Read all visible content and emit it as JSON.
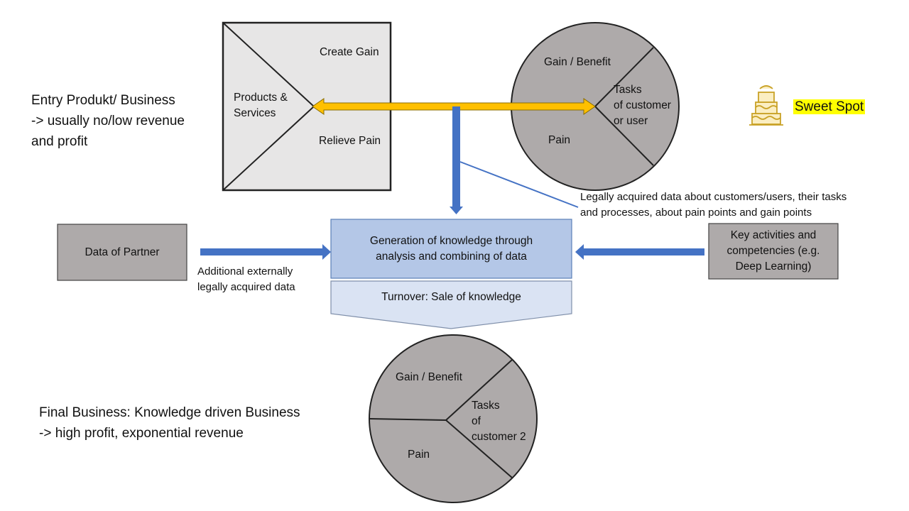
{
  "entry": {
    "line1": "Entry Produkt/ Business",
    "line2": "-> usually no/low revenue",
    "line3": "and profit"
  },
  "value_map": {
    "create_gain": "Create Gain",
    "products_line1": "Products &",
    "products_line2": "Services",
    "relieve_pain": "Relieve Pain"
  },
  "profile_top": {
    "gain": "Gain / Benefit",
    "tasks_line1": "Tasks",
    "tasks_line2": "of customer",
    "tasks_line3": "or user",
    "pain": "Pain"
  },
  "sweet_spot": {
    "label": "Sweet Spot",
    "icon": "cake-icon"
  },
  "legal_note": {
    "line1": "Legally acquired data about customers/users, their tasks",
    "line2": "and processes, about pain points and gain points"
  },
  "partner": {
    "label": "Data of Partner",
    "note_line1": "Additional externally",
    "note_line2": "legally acquired data"
  },
  "knowledge": {
    "line1": "Generation of knowledge through",
    "line2": "analysis and combining of data"
  },
  "key_activities": {
    "line1": "Key activities and",
    "line2": "competencies (e.g.",
    "line3": "Deep Learning)"
  },
  "turnover": {
    "label": "Turnover: Sale of knowledge"
  },
  "profile_bottom": {
    "gain": "Gain / Benefit",
    "tasks_line1": "Tasks",
    "tasks_line2": "of",
    "tasks_line3": "customer 2",
    "pain": "Pain"
  },
  "final": {
    "line1": "Final Business: Knowledge driven Business",
    "line2": "-> high profit, exponential revenue"
  },
  "colors": {
    "gray_box": "#aeaaaa",
    "value_map_fill": "#e7e6e6",
    "knowledge_fill": "#b4c7e7",
    "turnover_fill": "#dae3f3",
    "arrow_blue": "#4472c4",
    "arrow_gold": "#ffc000",
    "sweet_highlight": "#ffff00",
    "cake_gold": "#c9a227"
  }
}
